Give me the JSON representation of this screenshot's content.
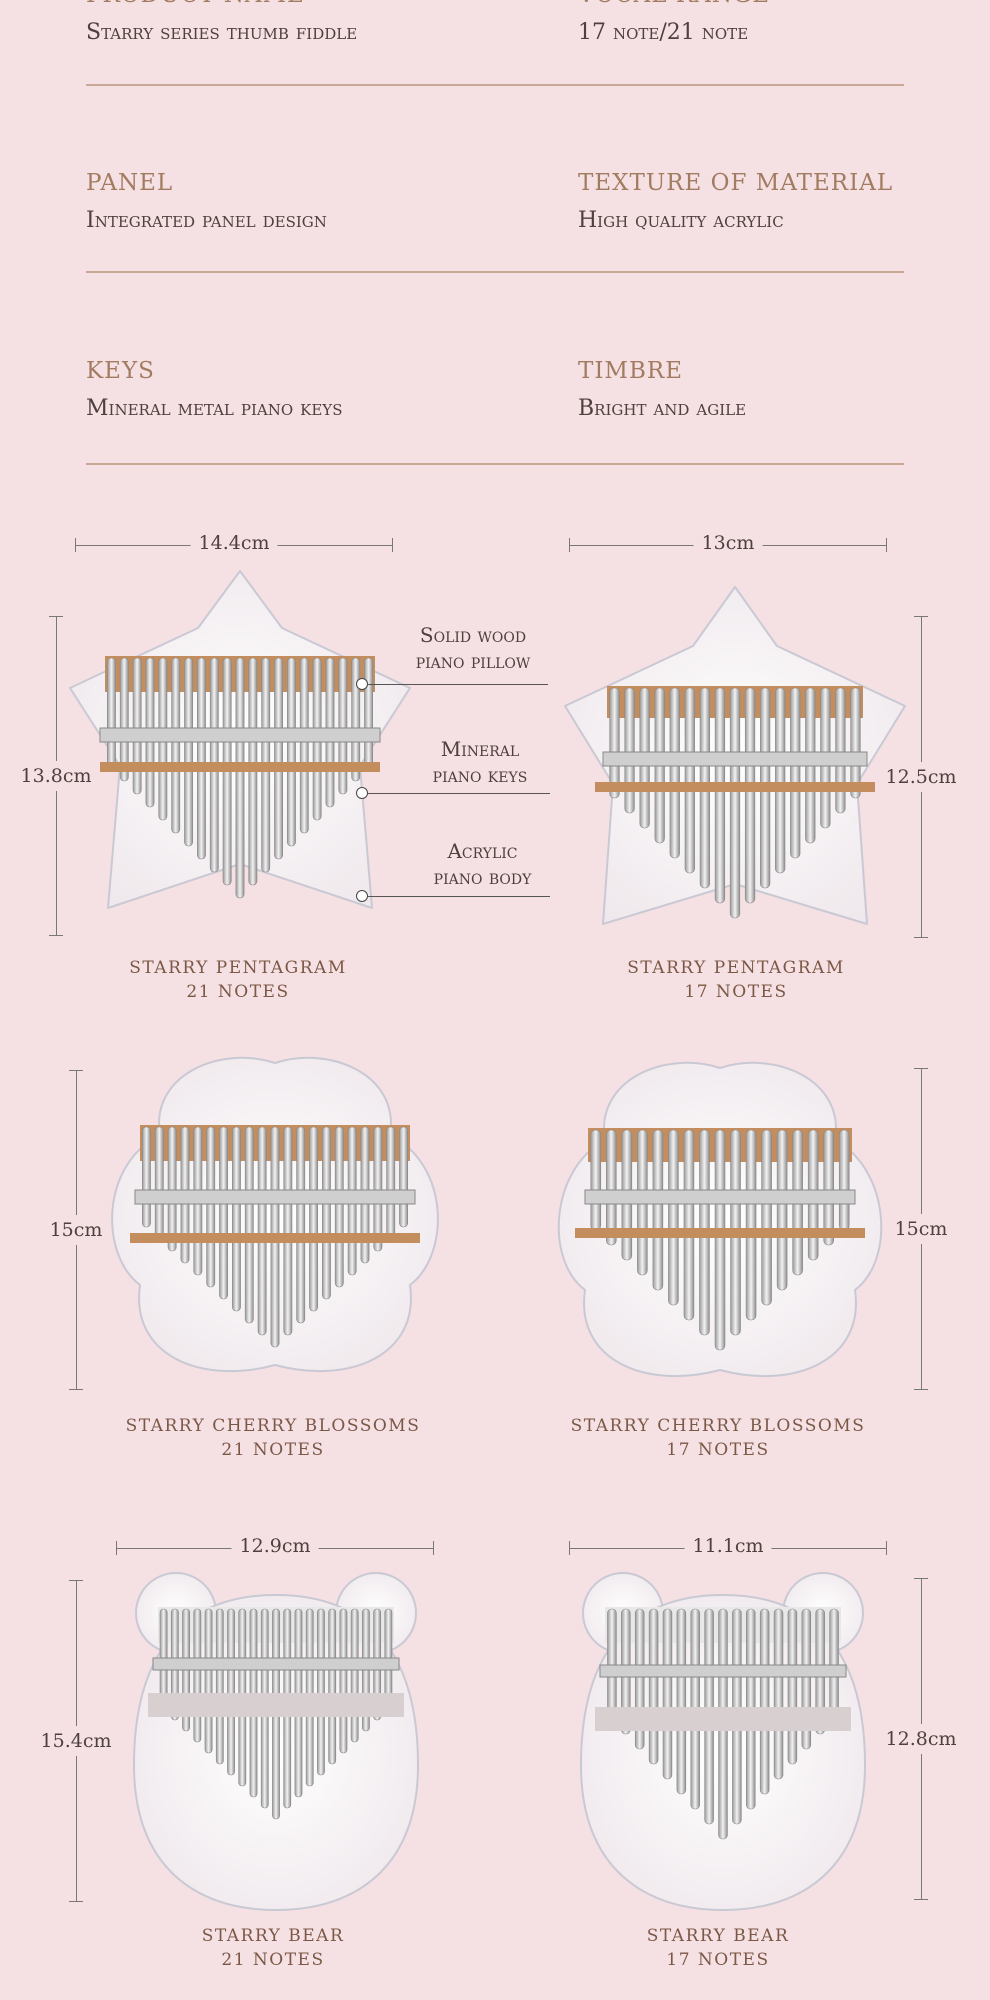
{
  "specs": [
    {
      "left_label": "Product name",
      "left_value": "Starry series thumb fiddle",
      "right_label": "Vocal range",
      "right_value": "17 note/21 note"
    },
    {
      "left_label": "Panel",
      "left_value": "Integrated panel design",
      "right_label": "Texture of material",
      "right_value": "High quality acrylic"
    },
    {
      "left_label": "Keys",
      "left_value": "Mineral metal piano keys",
      "right_label": "Timbre",
      "right_value": "Bright and agile"
    }
  ],
  "callouts": {
    "solid_wood": [
      "Solid wood",
      "piano pillow"
    ],
    "mineral": [
      "Mineral",
      "piano keys"
    ],
    "acrylic": [
      "Acrylic",
      "piano body"
    ]
  },
  "products": [
    {
      "name": "Starry pentagram",
      "notes": "21 notes",
      "width": "14.4cm",
      "height": "13.8cm"
    },
    {
      "name": "Starry pentagram",
      "notes": "17 notes",
      "width": "13cm",
      "height": "12.5cm"
    },
    {
      "name": "Starry cherry blossoms",
      "notes": "21 notes",
      "width": "",
      "height": "15cm"
    },
    {
      "name": "Starry cherry blossoms",
      "notes": "17 notes",
      "width": "",
      "height": "15cm"
    },
    {
      "name": "Starry bear",
      "notes": "21 notes",
      "width": "12.9cm",
      "height": "15.4cm"
    },
    {
      "name": "Starry bear",
      "notes": "17 notes",
      "width": "11.1cm",
      "height": "12.8cm"
    }
  ],
  "colors": {
    "background": "#f5e0e4",
    "label": "#a27c60",
    "rule": "#c9a995",
    "title": "#7b5845"
  }
}
